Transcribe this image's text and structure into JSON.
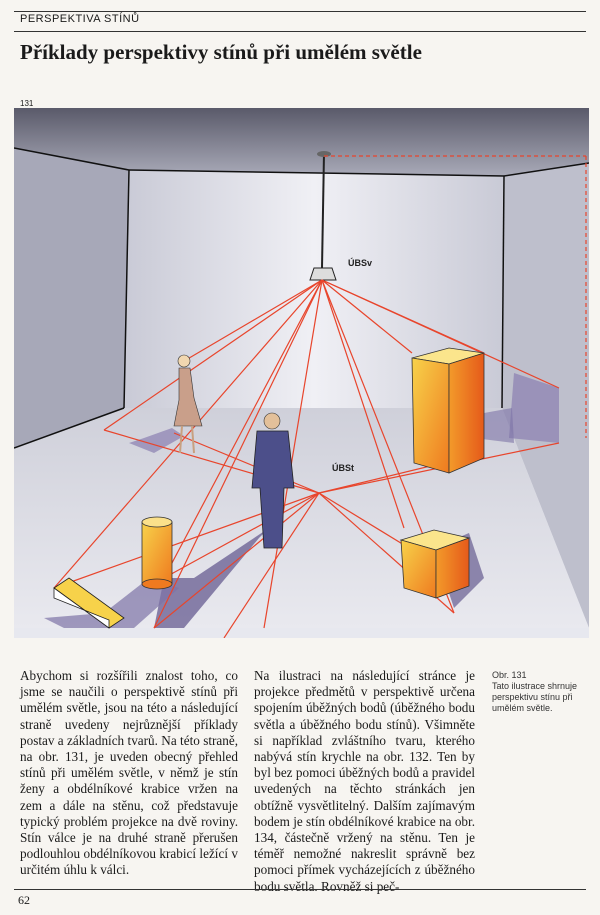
{
  "header": {
    "section": "PERSPEKTIVA STÍNŮ",
    "title": "Příklady perspektivy stínů při umělém světle"
  },
  "figure": {
    "number": "131",
    "labels": {
      "vanishing_light": "ÚBSv",
      "vanishing_shadow": "ÚBSt"
    }
  },
  "body": {
    "col1": "Abychom si rozšířili znalost toho, co jsme se naučili o perspektivě stínů při umělém světle, jsou na této a následující straně uvedeny nejrůznější příklady postav a základních tvarů. Na této straně, na obr. 131, je uveden obecný přehled stínů při umělém světle, v němž je stín ženy a obdélníkové krabice vržen na zem a dále na stěnu, což představuje typický problém projekce na dvě roviny. Stín válce je na druhé straně přerušen podlouhlou obdélníkovou krabicí ležící v určitém úhlu k válci.",
    "col2": "Na ilustraci na následující stránce je projekce předmětů v perspektivě určena spojením úběžných bodů (úběžného bodu světla a úběžného bodu stínů). Všimněte si například zvláštního tvaru, kterého nabývá stín krychle na obr. 132. Ten by byl bez pomoci úběžných bodů a pravidel uvedených na těchto stránkách jen obtížně vysvětlitelný. Dalším zajímavým bodem je stín obdélníkové krabice na obr. 134, částečně vržený na stěnu. Ten je téměř nemožné nakreslit správně bez pomoci přímek vycházejících z úběžného bodu světla. Rovněž si peč-"
  },
  "caption": {
    "number": "Obr. 131",
    "text": "Tato ilustrace shrnuje perspektivu stínu při umělém světle."
  },
  "footer": {
    "page_number": "62"
  },
  "colors": {
    "accent_line": "#e8452c",
    "object_fill": "#f5b82e",
    "wall": "#d8d9e3",
    "shadow": "#8a7fb0"
  }
}
